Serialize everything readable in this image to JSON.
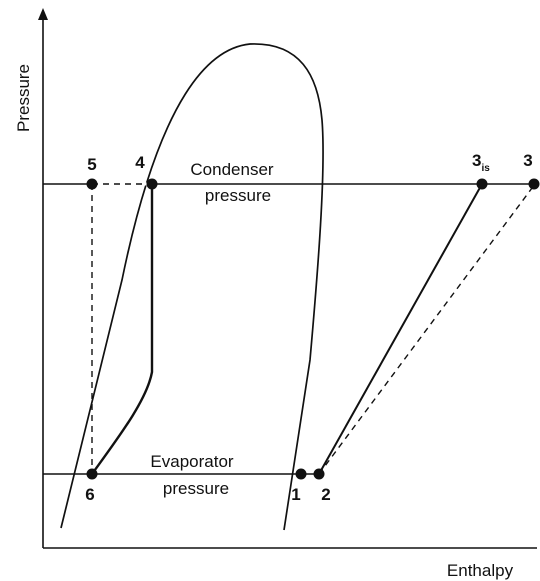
{
  "axes": {
    "x_label": "Enthalpy",
    "y_label": "Pressure"
  },
  "isobars": {
    "condenser_line1": "Condenser",
    "condenser_line2": "pressure",
    "evaporator_line1": "Evaporator",
    "evaporator_line2": "pressure"
  },
  "points": {
    "p1": "1",
    "p2": "2",
    "p3": "3",
    "p3is_main": "3",
    "p3is_sub": "is",
    "p4": "4",
    "p5": "5",
    "p6": "6"
  },
  "colors": {
    "line": "#111111",
    "background": "#ffffff"
  }
}
